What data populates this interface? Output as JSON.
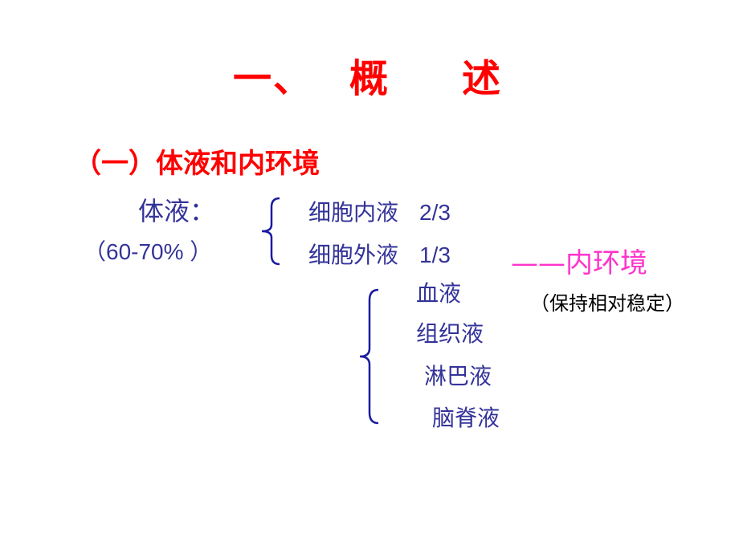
{
  "slide": {
    "title": {
      "part1": "一、",
      "part2": "概",
      "part3": "述"
    },
    "subtitle": "（一）体液和内环境",
    "body_fluid": {
      "label": "体液：",
      "percent": "（60-70% ）",
      "items": [
        {
          "name": "细胞内液",
          "fraction": "2/3"
        },
        {
          "name": "细胞外液",
          "fraction": "1/3"
        }
      ]
    },
    "internal_environment": {
      "label": "——内环境",
      "note": "（保持相对稳定）"
    },
    "extracellular_components": [
      "血液",
      "组织液",
      "淋巴液",
      "脑脊液"
    ],
    "colors": {
      "title": "#ff0000",
      "body": "#333399",
      "accent": "#ff33cc",
      "note": "#000000"
    }
  }
}
